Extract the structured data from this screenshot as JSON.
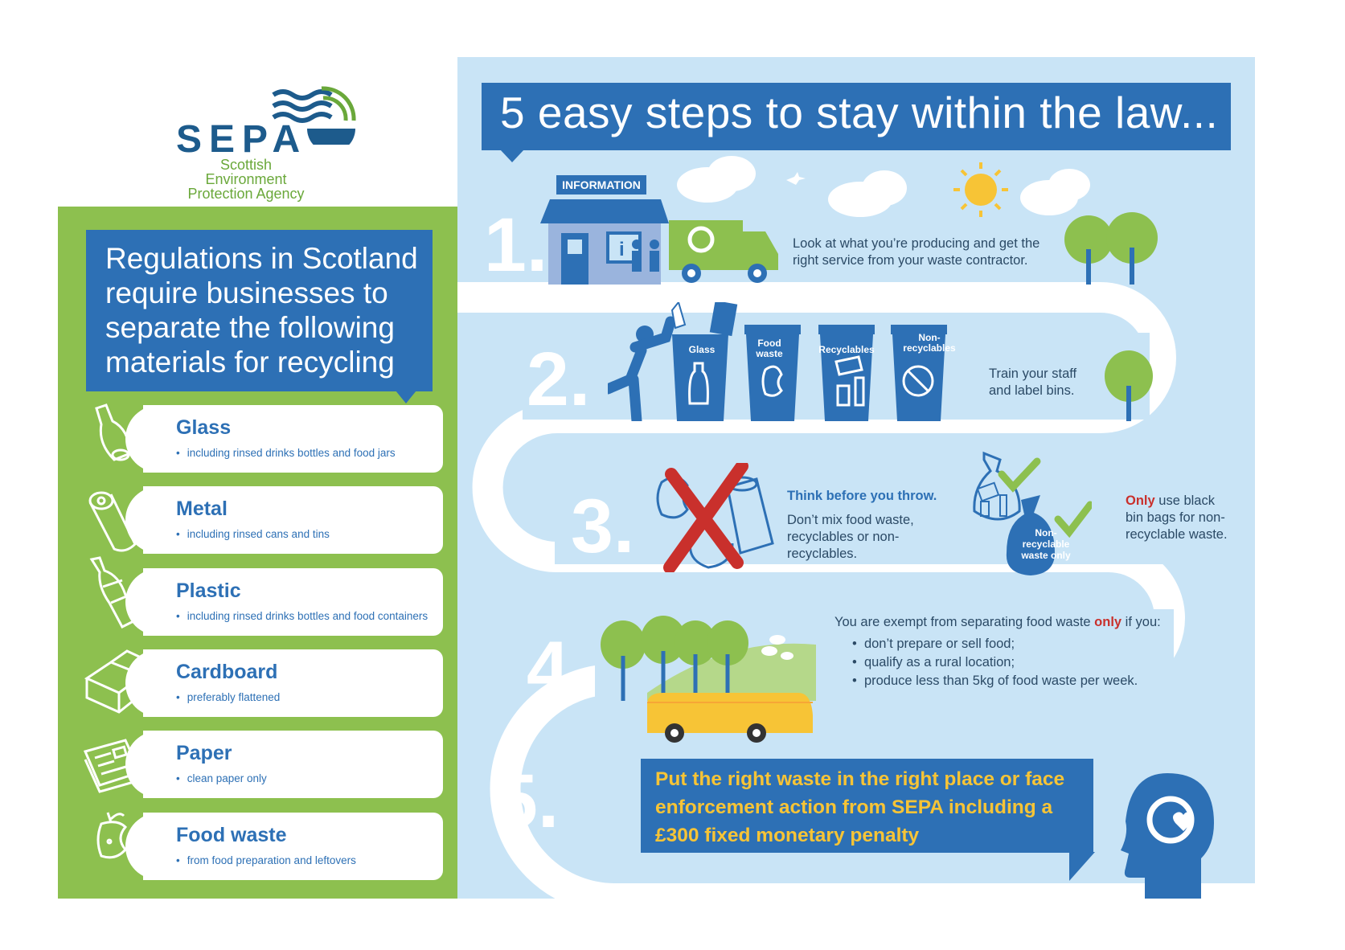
{
  "logo": {
    "name": "SEPA",
    "subtitle": "Scottish Environment Protection Agency"
  },
  "left_panel": {
    "heading": "Regulations in Scotland require businesses to separate the following materials for recycling",
    "materials": [
      {
        "title": "Glass",
        "desc": "including rinsed drinks bottles and food jars",
        "icon": "glass-bottle-icon"
      },
      {
        "title": "Metal",
        "desc": "including rinsed cans and tins",
        "icon": "can-icon"
      },
      {
        "title": "Plastic",
        "desc": "including rinsed drinks bottles and food containers",
        "icon": "plastic-bottle-icon"
      },
      {
        "title": "Cardboard",
        "desc": "preferably flattened",
        "icon": "cardboard-box-icon"
      },
      {
        "title": "Paper",
        "desc": "clean paper only",
        "icon": "newspaper-icon"
      },
      {
        "title": "Food waste",
        "desc": "from food preparation and leftovers",
        "icon": "apple-core-icon"
      }
    ]
  },
  "right_panel": {
    "title": "5 easy steps to stay within the law...",
    "steps": [
      {
        "number": "1.",
        "text": "Look at what you’re producing and get the right service from your waste contractor.",
        "sign": "INFORMATION"
      },
      {
        "number": "2.",
        "text": "Train your staff and label bins.",
        "bins": [
          "Glass",
          "Food waste",
          "Recyclables",
          "Non-recyclables"
        ]
      },
      {
        "number": "3.",
        "lead": "Think before you throw.",
        "text": "Don’t mix food waste, recyclables or non-recyclables.",
        "bag_label": "Non-recyclable waste only",
        "note_bold": "Only",
        "note": " use black bin bags for non-recyclable waste."
      },
      {
        "number": "4.",
        "intro_a": "You are exempt from separating food waste ",
        "intro_bold": "only",
        "intro_b": " if you:",
        "bullets": [
          "don’t prepare or sell food;",
          "qualify as a rural location;",
          "produce less than 5kg of food waste per week."
        ]
      },
      {
        "number": "5.",
        "text": "Put the right waste in the right place or face enforcement action from SEPA including a £300 fixed monetary penalty"
      }
    ]
  },
  "colors": {
    "brand_blue": "#2d70b5",
    "green": "#8dc04f",
    "sky": "#c9e4f6",
    "accent_yellow": "#f7c436",
    "red": "#c9302c"
  }
}
